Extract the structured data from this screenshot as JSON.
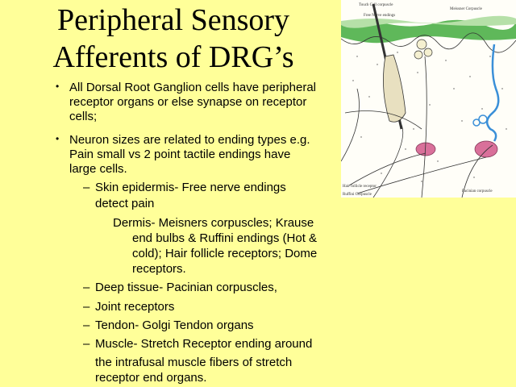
{
  "title": {
    "line1": "Peripheral Sensory",
    "line2": "Afferents of DRG’s"
  },
  "bullets": [
    {
      "lines": [
        "All Dorsal Root Ganglion cells have peripheral",
        "receptor organs or else synapse on  receptor",
        "cells;"
      ]
    },
    {
      "lines": [
        "Neuron sizes are related to ending types e.g.",
        "Pain small vs 2 point tactile endings have",
        "large cells."
      ]
    }
  ],
  "subitems": {
    "skin": [
      "Skin epidermis-  Free nerve endings",
      "detect pain"
    ],
    "dermis": [
      "Dermis- Meisners corpuscles; Krause",
      "end bulbs & Ruffini endings (Hot &",
      "cold);   Hair follicle receptors; Dome",
      "receptors."
    ],
    "deep": "Deep tissue- Pacinian corpuscles,",
    "joint": "Joint receptors",
    "tendon": "Tendon- Golgi Tendon organs",
    "muscle": [
      "Muscle- Stretch Receptor ending around",
      " the intrafusal muscle fibers of stretch",
      "receptor end organs."
    ]
  },
  "bullet_symbol": "•",
  "dash_symbol": "–",
  "figure": {
    "labels": {
      "top_left": "Touch Cell corpuscle",
      "free_ending": "Free Nerve endings",
      "meissner": "Meissner Corpuscle",
      "hair": "Hair follicle receptor",
      "ruffini": "Ruffini Corpuscle",
      "pacinian": "Pacinian corpuscle"
    }
  },
  "colors": {
    "background": "#ffff99",
    "epidermis_green": "#4caf50",
    "corpuscle_pink": "#d9709a",
    "nerve_blue": "#3a8fd8"
  }
}
